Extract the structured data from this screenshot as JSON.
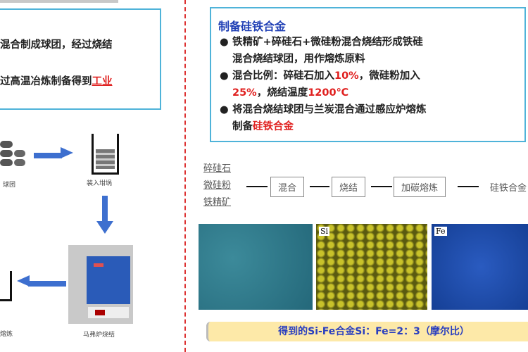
{
  "left": {
    "line1": "混合制成球团，经过烧结",
    "line2_prefix": "过高温冶炼制备得到",
    "line2_highlight": "工业",
    "captions": {
      "pellets": "球团",
      "crucible": "装入坩埚",
      "furnace": "马弗炉烧结",
      "smelt": "熔炼"
    }
  },
  "right": {
    "title": "制备硅铁合金",
    "bullets": [
      {
        "parts": [
          "铁精矿+碎硅石+微硅粉混合烧结形成铁硅",
          "混合烧结球团，用作熔炼原料"
        ]
      },
      {
        "a": "混合比例：碎硅石加入",
        "b": "10%",
        "c": "，微硅粉加入",
        "d": "25%",
        "e": "，烧结温度",
        "f": "1200℃"
      },
      {
        "a": "将混合烧结球团与兰炭混合通过感应炉熔炼",
        "b": "制备",
        "c": "硅铁合金"
      }
    ],
    "flow": {
      "inputs": [
        "碎硅石",
        "微硅粉",
        "铁精矿"
      ],
      "steps": [
        "混合",
        "烧结",
        "加碳熔炼"
      ],
      "output": "硅铁合金"
    },
    "images": {
      "si_label": "Si",
      "fe_label": "Fe"
    },
    "result": "得到的Si-Fe合金Si：Fe=2：3（摩尔比）"
  },
  "colors": {
    "accent_blue": "#1f3fb5",
    "highlight_red": "#e0201f",
    "border": "#4fb3d9"
  }
}
